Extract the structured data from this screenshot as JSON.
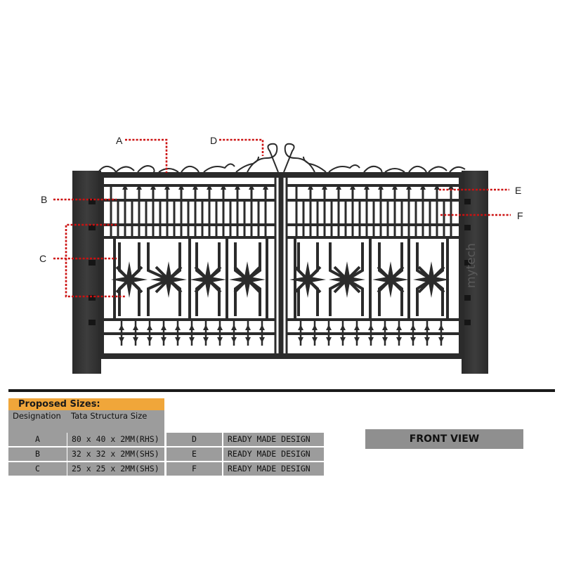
{
  "callouts": [
    "A",
    "B",
    "C",
    "D",
    "E",
    "F"
  ],
  "watermark": "mytech",
  "table": {
    "title": "Proposed Sizes:",
    "headers": [
      "Designation",
      "Tata Structura Size"
    ],
    "rows": [
      {
        "designation": "A",
        "size": "80 x 40 x 2MM(RHS)",
        "designation2": "D",
        "design": "READY MADE DESIGN"
      },
      {
        "designation": "B",
        "size": "32 x 32 x 2MM(SHS)",
        "designation2": "E",
        "design": "READY MADE DESIGN"
      },
      {
        "designation": "C",
        "size": "25 x 25 x 2MM(SHS)",
        "designation2": "F",
        "design": "READY MADE DESIGN"
      }
    ]
  },
  "view_label": "FRONT VIEW",
  "colors": {
    "frame": "#2b2b2b",
    "callout": "#cc1111",
    "header": "#f0a63a",
    "cell": "#9c9c9c"
  }
}
